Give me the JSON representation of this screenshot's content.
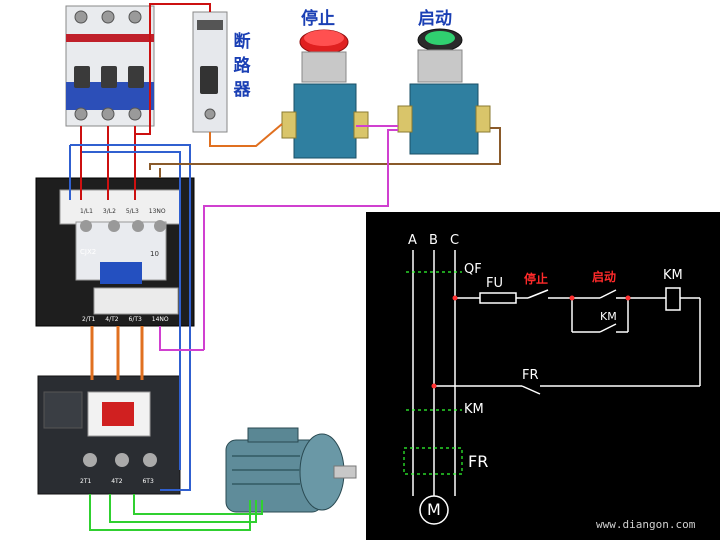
{
  "labels": {
    "stop": "停止",
    "start": "启动",
    "breaker_vertical": [
      "断",
      "路",
      "器"
    ]
  },
  "contactor": {
    "brand": "CJX2",
    "rating": "10",
    "top_terminals": [
      "1/L1",
      "3/L2",
      "5/L3",
      "13NO"
    ],
    "bottom_terminals": [
      "2/T1",
      "4/T2",
      "6/T3",
      "14NO"
    ]
  },
  "overload": {
    "terminals": [
      "2T1",
      "4T2",
      "6T3"
    ]
  },
  "schematic": {
    "phases": [
      "A",
      "B",
      "C"
    ],
    "qf": "QF",
    "fu": "FU",
    "stop": "停止",
    "start": "启动",
    "km_coil": "KM",
    "km_aux": "KM",
    "fr_contact": "FR",
    "km_main": "KM",
    "fr_relay": "FR",
    "motor": "M"
  },
  "watermark": "www.diangon.com",
  "colors": {
    "wire_red": "#cc1010",
    "wire_blue": "#3060d0",
    "wire_brown": "#8a5a2a",
    "wire_magenta": "#d040d0",
    "wire_orange": "#e07020",
    "wire_green": "#30d030",
    "schematic_bg": "#000000",
    "schematic_dash": "#30ff30"
  }
}
